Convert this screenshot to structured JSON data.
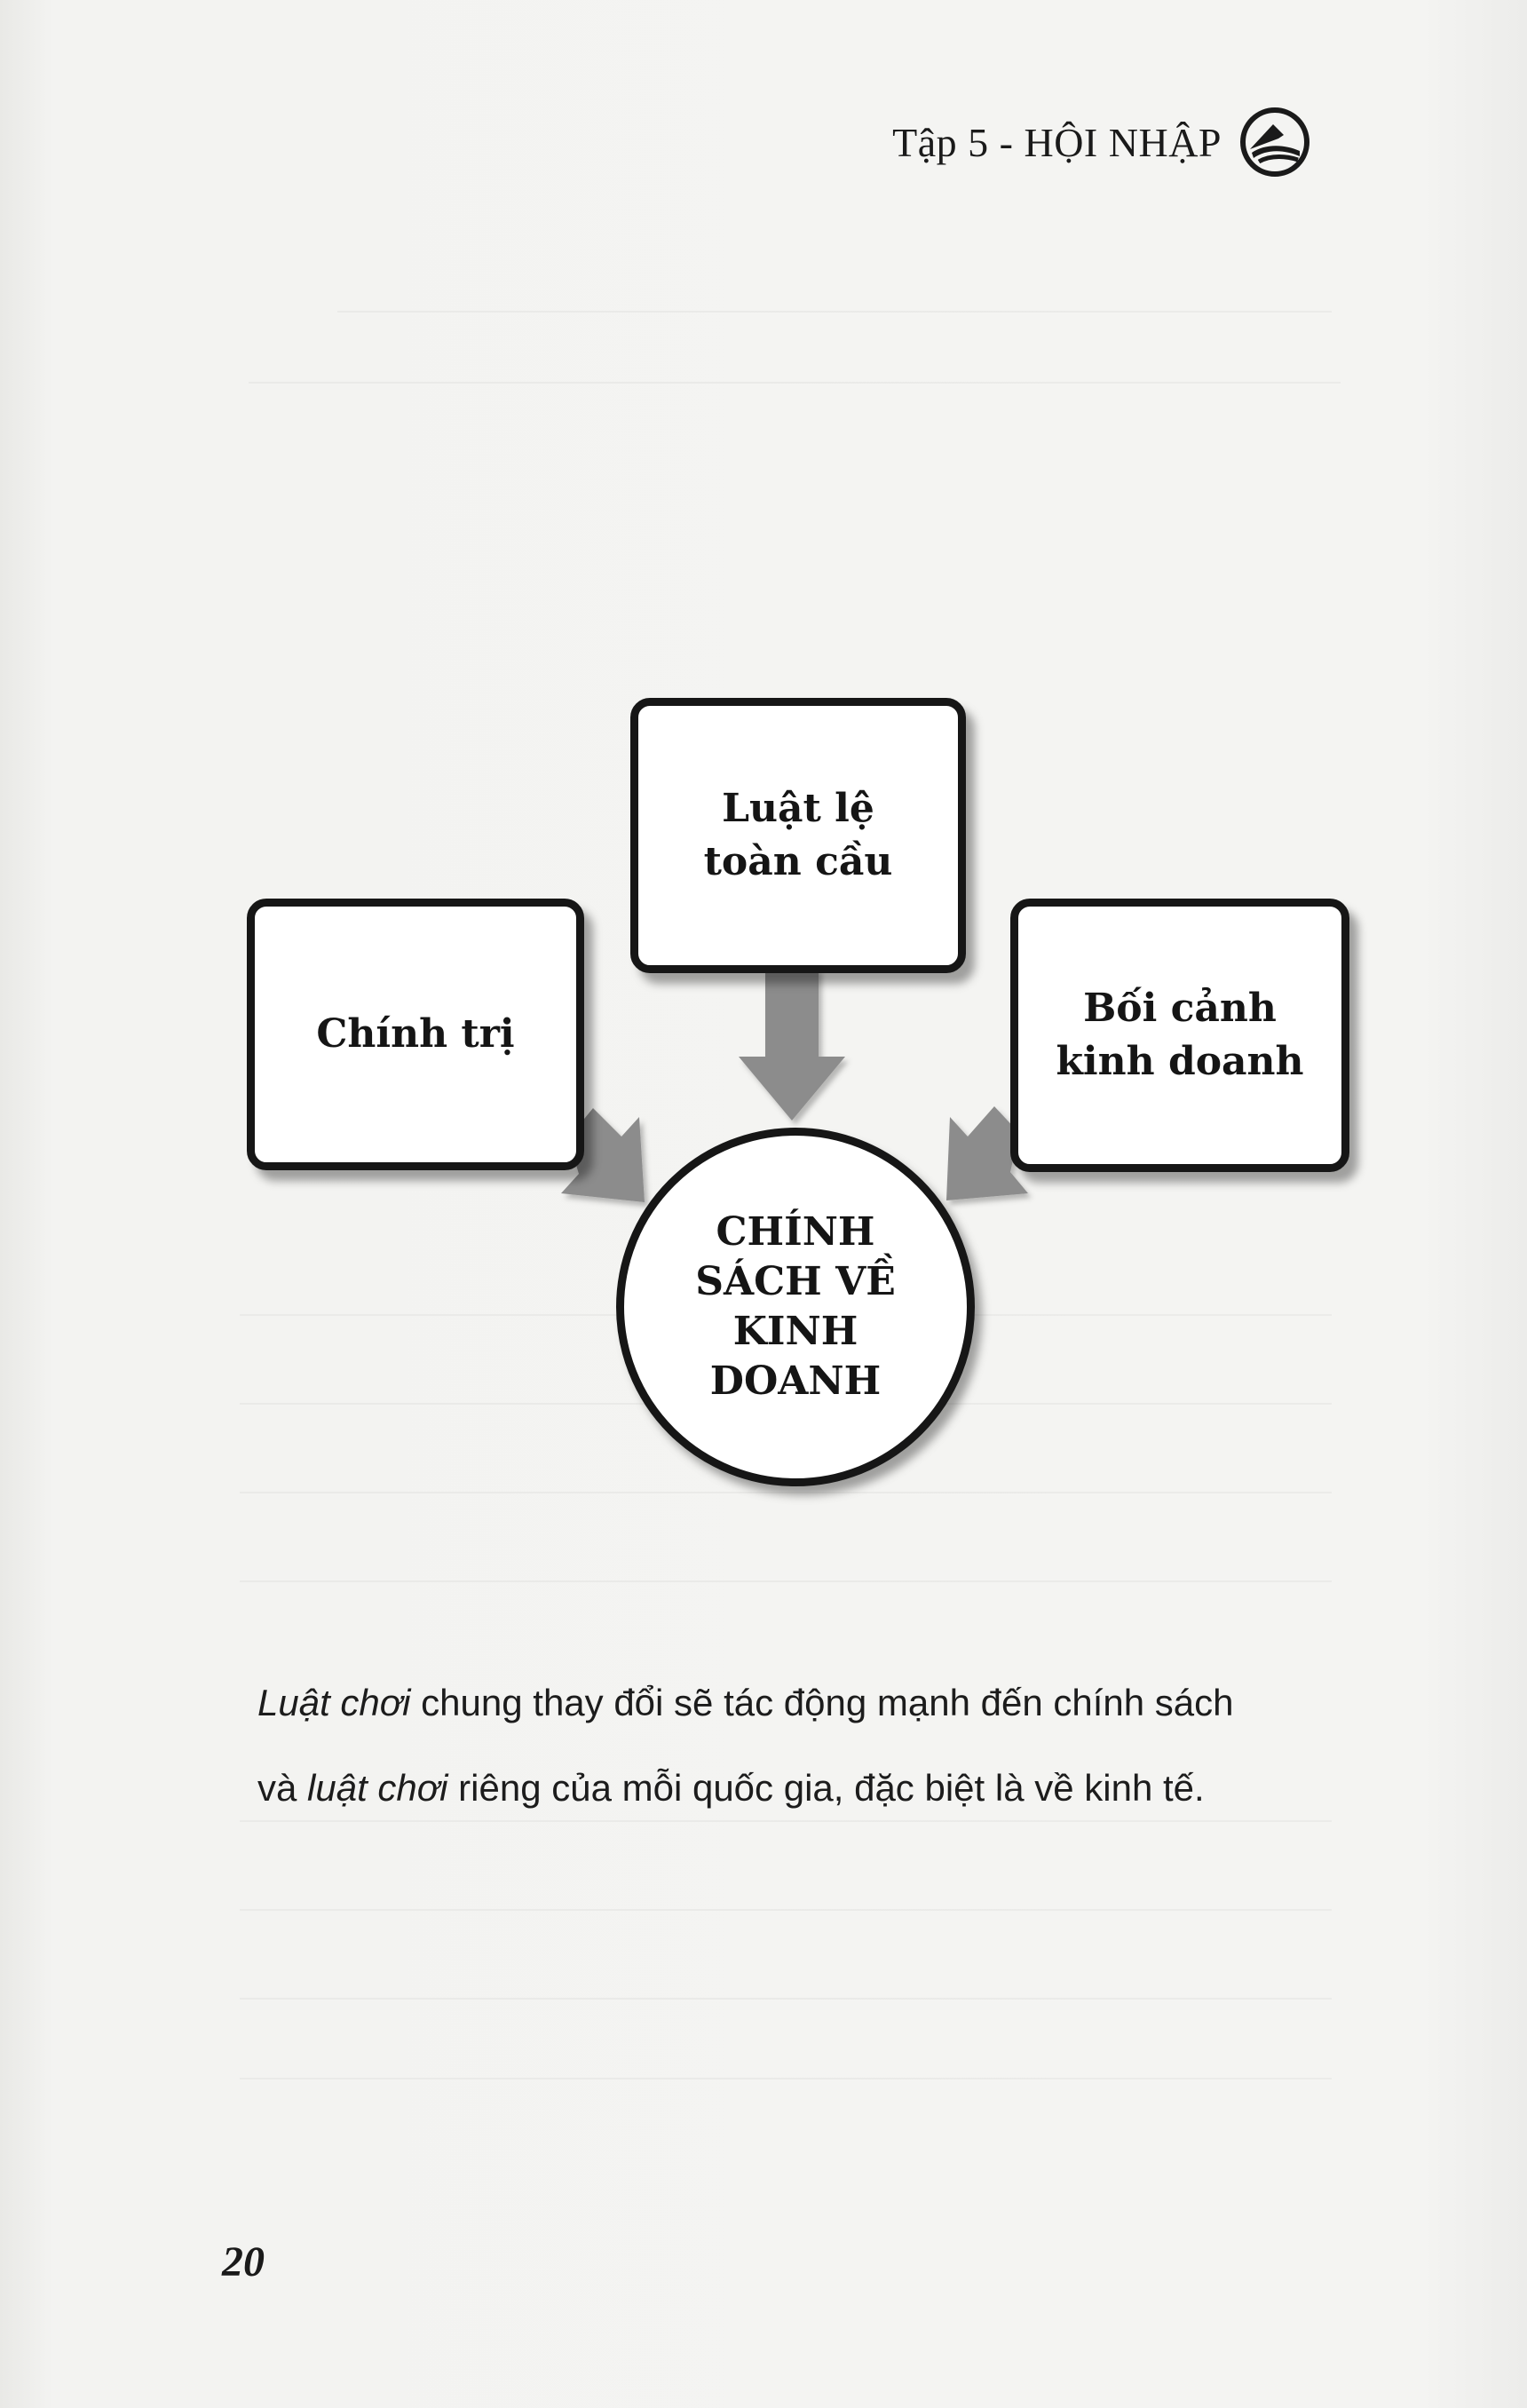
{
  "header": {
    "title": "Tập 5 - HỘI NHẬP",
    "logo_icon": "mountain-circle-logo-icon"
  },
  "diagram": {
    "nodes": {
      "top": "Luật lệ\ntoàn cầu",
      "left": "Chính trị",
      "right": "Bối cảnh\nkinh doanh",
      "center": "CHÍNH\nSÁCH VỀ\nKINH\nDOANH"
    },
    "arrow_icon": "gray-arrow-icon",
    "colors": {
      "border": "#161616",
      "arrow": "#8c8c8c",
      "fill": "#ffffff"
    }
  },
  "caption": {
    "line1_italic": "Luật chơi",
    "line1_rest": " chung thay đổi sẽ tác động mạnh đến chính sách",
    "line2_start": "và ",
    "line2_italic": "luật chơi",
    "line2_rest": " riêng của mỗi quốc gia, đặc biệt là về kinh tế."
  },
  "page_number": "20"
}
